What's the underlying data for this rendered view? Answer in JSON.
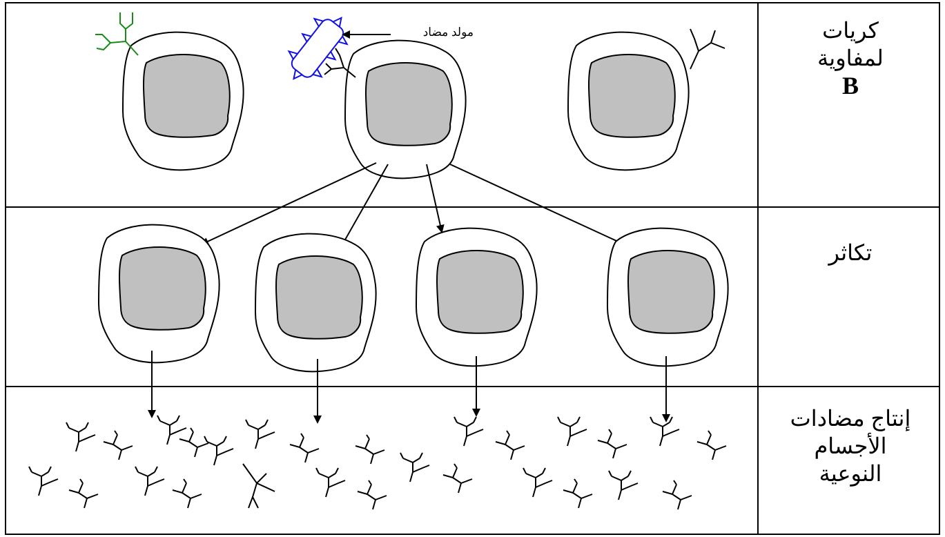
{
  "rows": {
    "b_cells": {
      "line1": "كريات",
      "line2": "لمفاوية",
      "line3": "B"
    },
    "proliferation": {
      "line1": "تكاثر"
    },
    "production": {
      "line1": "إنتاج مضادات",
      "line2": "الأجسام",
      "line3": "النوعية"
    }
  },
  "annotations": {
    "antigen": "مولد مضاد"
  },
  "colors": {
    "green_receptor": "#1a8a1a",
    "antigen": "#1010e6",
    "nucleus": "#c0c0c0",
    "line": "#000000"
  }
}
